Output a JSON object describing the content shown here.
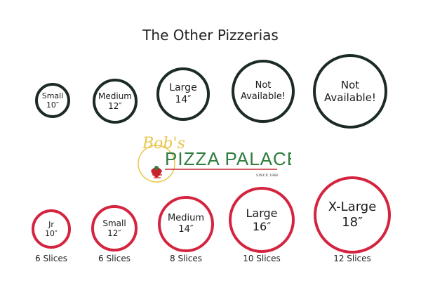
{
  "title": "The Other Pizzerias",
  "top_row": [
    {
      "name": "Small",
      "size": "10″"
    },
    {
      "name": "Medium",
      "size": "12″"
    },
    {
      "name": "Large",
      "size": "14″"
    },
    {
      "name": "Not",
      "size": "Available!"
    },
    {
      "name": "Not",
      "size": "Available!"
    }
  ],
  "logo": {
    "script": "Bob's",
    "name": "PIZZA PALACE",
    "since": "SINCE 1966",
    "colors": {
      "green": "#2f7d3f",
      "red": "#c8232c",
      "yellow": "#e7c64a"
    }
  },
  "bottom_row": [
    {
      "name": "Jr",
      "size": "10″",
      "slices": "6 Slices"
    },
    {
      "name": "Small",
      "size": "12″",
      "slices": "6 Slices"
    },
    {
      "name": "Medium",
      "size": "14″",
      "slices": "8 Slices"
    },
    {
      "name": "Large",
      "size": "16″",
      "slices": "10 Slices"
    },
    {
      "name": "X-Large",
      "size": "18″",
      "slices": "12 Slices"
    }
  ],
  "colors": {
    "dark_ring": "#1c2b24",
    "red_ring": "#d4243f"
  }
}
